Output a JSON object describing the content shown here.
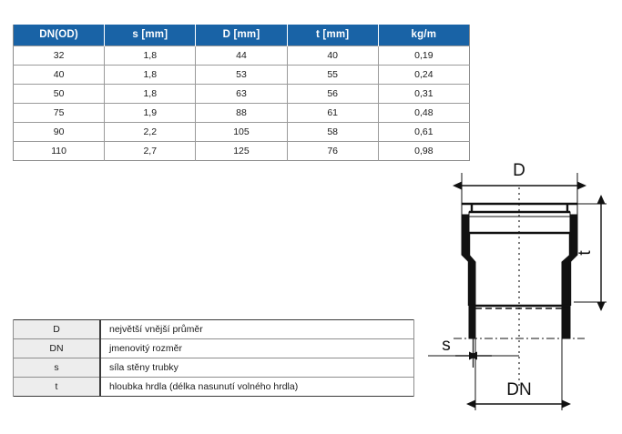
{
  "spec_table": {
    "name": "pipe-dimension-table",
    "headers": [
      "DN(OD)",
      "s [mm]",
      "D [mm]",
      "t [mm]",
      "kg/m"
    ],
    "header_bg": "#1963A6",
    "rows": [
      [
        "32",
        "1,8",
        "44",
        "40",
        "0,19"
      ],
      [
        "40",
        "1,8",
        "53",
        "55",
        "0,24"
      ],
      [
        "50",
        "1,8",
        "63",
        "56",
        "0,31"
      ],
      [
        "75",
        "1,9",
        "88",
        "61",
        "0,48"
      ],
      [
        "90",
        "2,2",
        "105",
        "58",
        "0,61"
      ],
      [
        "110",
        "2,7",
        "125",
        "76",
        "0,98"
      ]
    ]
  },
  "legend_table": {
    "name": "symbol-legend-table",
    "rows": [
      {
        "symbol": "D",
        "description": "největší vnější průměr"
      },
      {
        "symbol": "DN",
        "description": "jmenovitý rozměr"
      },
      {
        "symbol": "s",
        "description": "síla stěny trubky"
      },
      {
        "symbol": "t",
        "description": "hloubka hrdla (délka nasunutí volného hrdla)"
      }
    ]
  },
  "drawing": {
    "name": "pipe-cross-section-diagram",
    "labels": {
      "outer_diameter": "D",
      "socket_depth": "t",
      "wall_thickness": "s",
      "nominal_size": "DN"
    }
  }
}
